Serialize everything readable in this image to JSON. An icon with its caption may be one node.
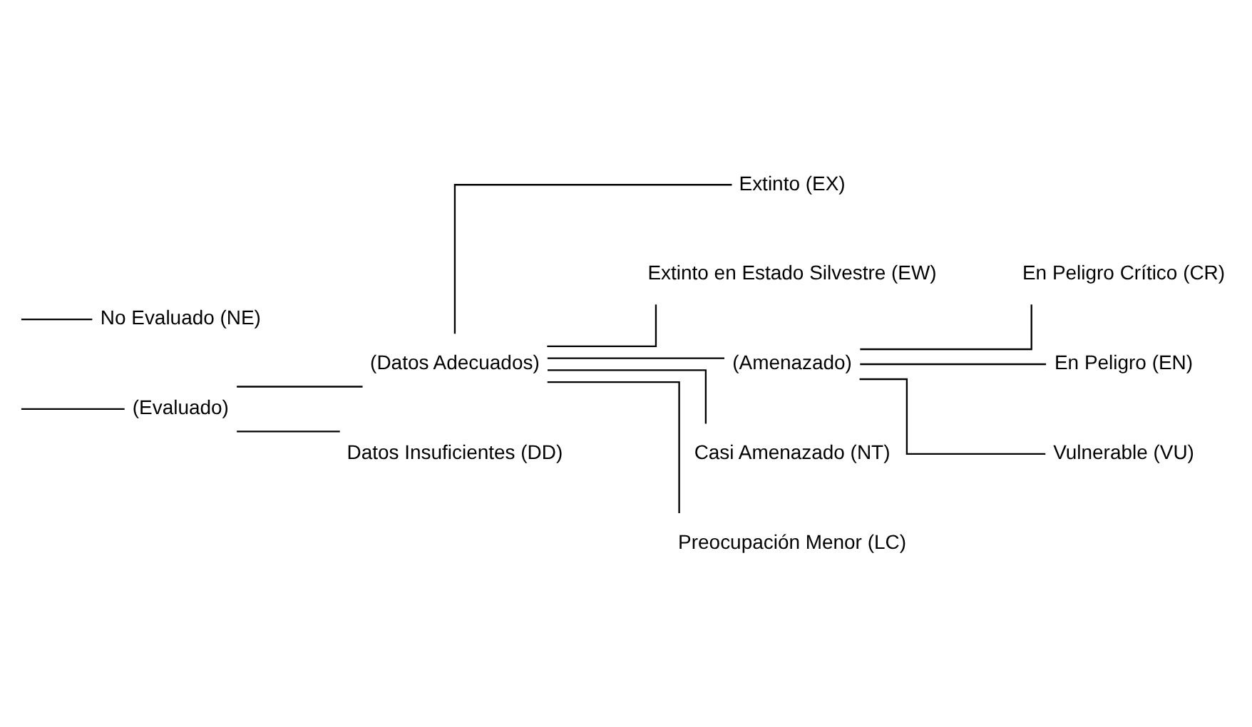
{
  "diagram": {
    "nodes": [
      {
        "text": [
          "(Evaluado)"
        ]
      },
      {
        "text": [
          "No Evaluado (NE)"
        ]
      },
      {
        "text": [
          "(Datos Adecuados)"
        ]
      },
      {
        "text": [
          "Datos Insuficientes (DD)"
        ]
      },
      {
        "text": [
          "Extinto (EX)"
        ]
      },
      {
        "text": [
          "Extinto en Estado Silvestre (EW)"
        ]
      },
      {
        "text": [
          "(Amenazado)"
        ]
      },
      {
        "text": [
          "En Peligro Crítico (CR)"
        ]
      },
      {
        "text": [
          "En Peligro (EN)"
        ]
      },
      {
        "text": [
          "Vulnerable (VU)"
        ]
      },
      {
        "text": [
          "Casi Amenazado (NT)"
        ]
      },
      {
        "text": [
          "Preocupación Menor (LC)"
        ]
      }
    ],
    "edges": [
      {
        "from": null,
        "to": 0,
        "arrow": "none"
      },
      {
        "from": null,
        "to": 1,
        "arrow": "none"
      },
      {
        "from": 0,
        "to": 2,
        "arrow": "none"
      },
      {
        "from": 0,
        "to": 3,
        "arrow": "none"
      },
      {
        "from": 2,
        "to": 4,
        "arrow": "none"
      },
      {
        "from": 2,
        "to": 5,
        "arrow": "none"
      },
      {
        "from": 2,
        "to": 6,
        "arrow": "none"
      },
      {
        "from": 2,
        "to": 10,
        "arrow": "none"
      },
      {
        "from": 2,
        "to": 11,
        "arrow": "none"
      },
      {
        "from": 6,
        "to": 7,
        "arrow": "none"
      },
      {
        "from": 6,
        "to": 8,
        "arrow": "none"
      },
      {
        "from": 6,
        "to": 9,
        "arrow": "none"
      }
    ]
  }
}
